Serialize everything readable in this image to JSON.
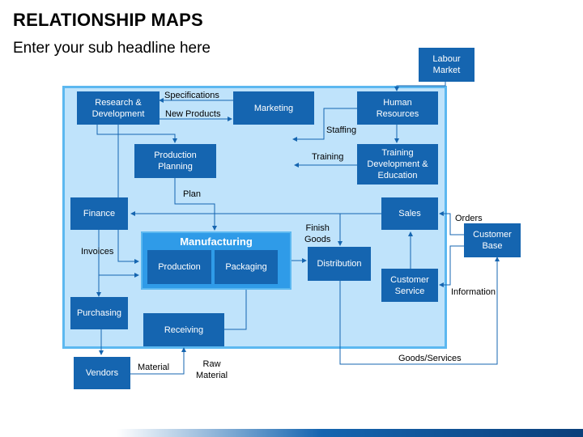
{
  "header": {
    "title": "RELATIONSHIP MAPS",
    "subtitle": "Enter your sub headline here"
  },
  "boxes": {
    "labour_market": "Labour\nMarket",
    "research_development": "Research &\nDevelopment",
    "marketing": "Marketing",
    "human_resources": "Human\nResources",
    "production_planning": "Production\nPlanning",
    "training": "Training\nDevelopment &\nEducation",
    "finance": "Finance",
    "sales": "Sales",
    "customer_base": "Customer\nBase",
    "manufacturing": "Manufacturing",
    "production": "Production",
    "packaging": "Packaging",
    "distribution": "Distribution",
    "customer_service": "Customer\nService",
    "purchasing": "Purchasing",
    "receiving": "Receiving",
    "vendors": "Vendors"
  },
  "labels": {
    "specifications": "Specifications",
    "new_products": "New Products",
    "staffing": "Staffing",
    "training": "Training",
    "plan": "Plan",
    "finish_goods": "Finish\nGoods",
    "orders": "Orders",
    "invoices": "Invoices",
    "information": "Information",
    "goods_services": "Goods/Services",
    "material": "Material",
    "raw_material": "Raw\nMaterial"
  },
  "colors": {
    "box": "#1565b0",
    "region_fill": "#bfe3fb",
    "region_border": "#5cb8f0",
    "manufacturing_fill": "#2f9be8",
    "connector": "#1565b0"
  }
}
